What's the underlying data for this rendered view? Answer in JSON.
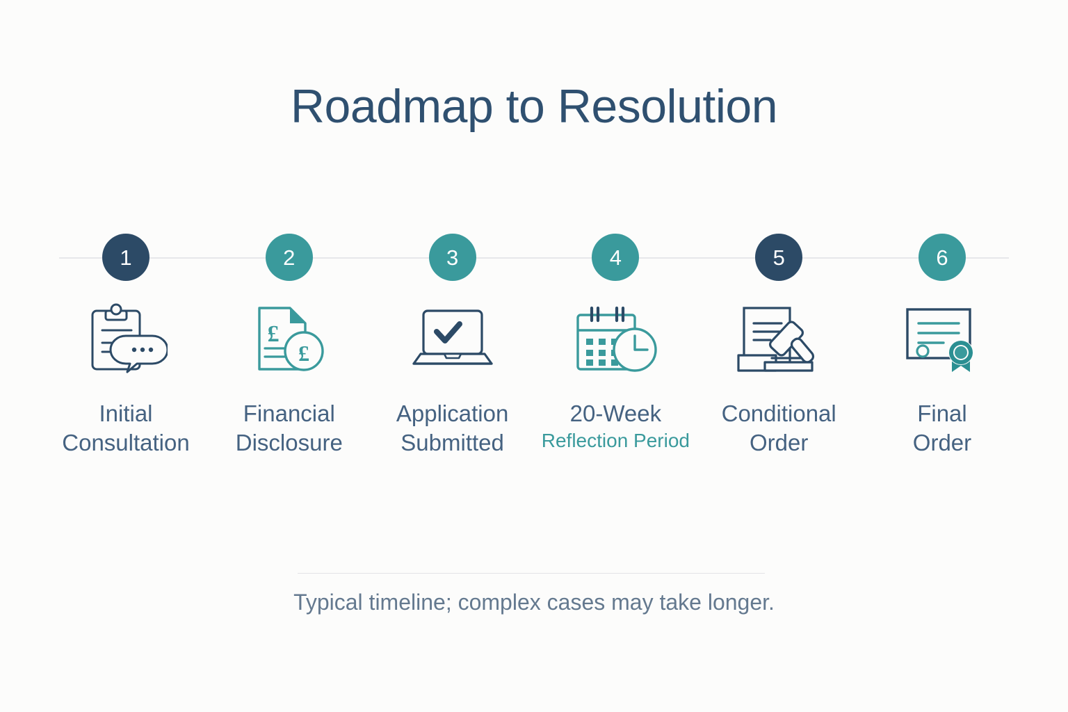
{
  "header": {
    "title": "Roadmap to Resolution"
  },
  "colors": {
    "navy": "#2c4a66",
    "teal": "#3a9a9c",
    "label_text": "#456281",
    "title_text": "#2f5070",
    "footnote_text": "#64798f",
    "background": "#fcfcfb",
    "rail": "#e6e7ea"
  },
  "timeline": {
    "steps": [
      {
        "number": "1",
        "badge_color": "navy",
        "icon": "clipboard-chat-icon",
        "icon_color": "navy",
        "label_line1": "Initial",
        "label_line2": "Consultation",
        "line2_accent": false
      },
      {
        "number": "2",
        "badge_color": "teal",
        "icon": "document-pound-coin-icon",
        "icon_color": "teal",
        "label_line1": "Financial",
        "label_line2": "Disclosure",
        "line2_accent": false
      },
      {
        "number": "3",
        "badge_color": "teal",
        "icon": "laptop-check-icon",
        "icon_color": "navy",
        "label_line1": "Application",
        "label_line2": "Submitted",
        "line2_accent": false
      },
      {
        "number": "4",
        "badge_color": "teal",
        "icon": "calendar-clock-icon",
        "icon_color": "teal",
        "label_line1": "20-Week",
        "label_line2": "Reflection Period",
        "line2_accent": true
      },
      {
        "number": "5",
        "badge_color": "navy",
        "icon": "document-gavel-icon",
        "icon_color": "navy",
        "label_line1": "Conditional",
        "label_line2": "Order",
        "line2_accent": false
      },
      {
        "number": "6",
        "badge_color": "teal",
        "icon": "certificate-seal-icon",
        "icon_color": "navy",
        "label_line1": "Final",
        "label_line2": "Order",
        "line2_accent": false
      }
    ]
  },
  "footer": {
    "note": "Typical timeline; complex cases may take longer."
  }
}
